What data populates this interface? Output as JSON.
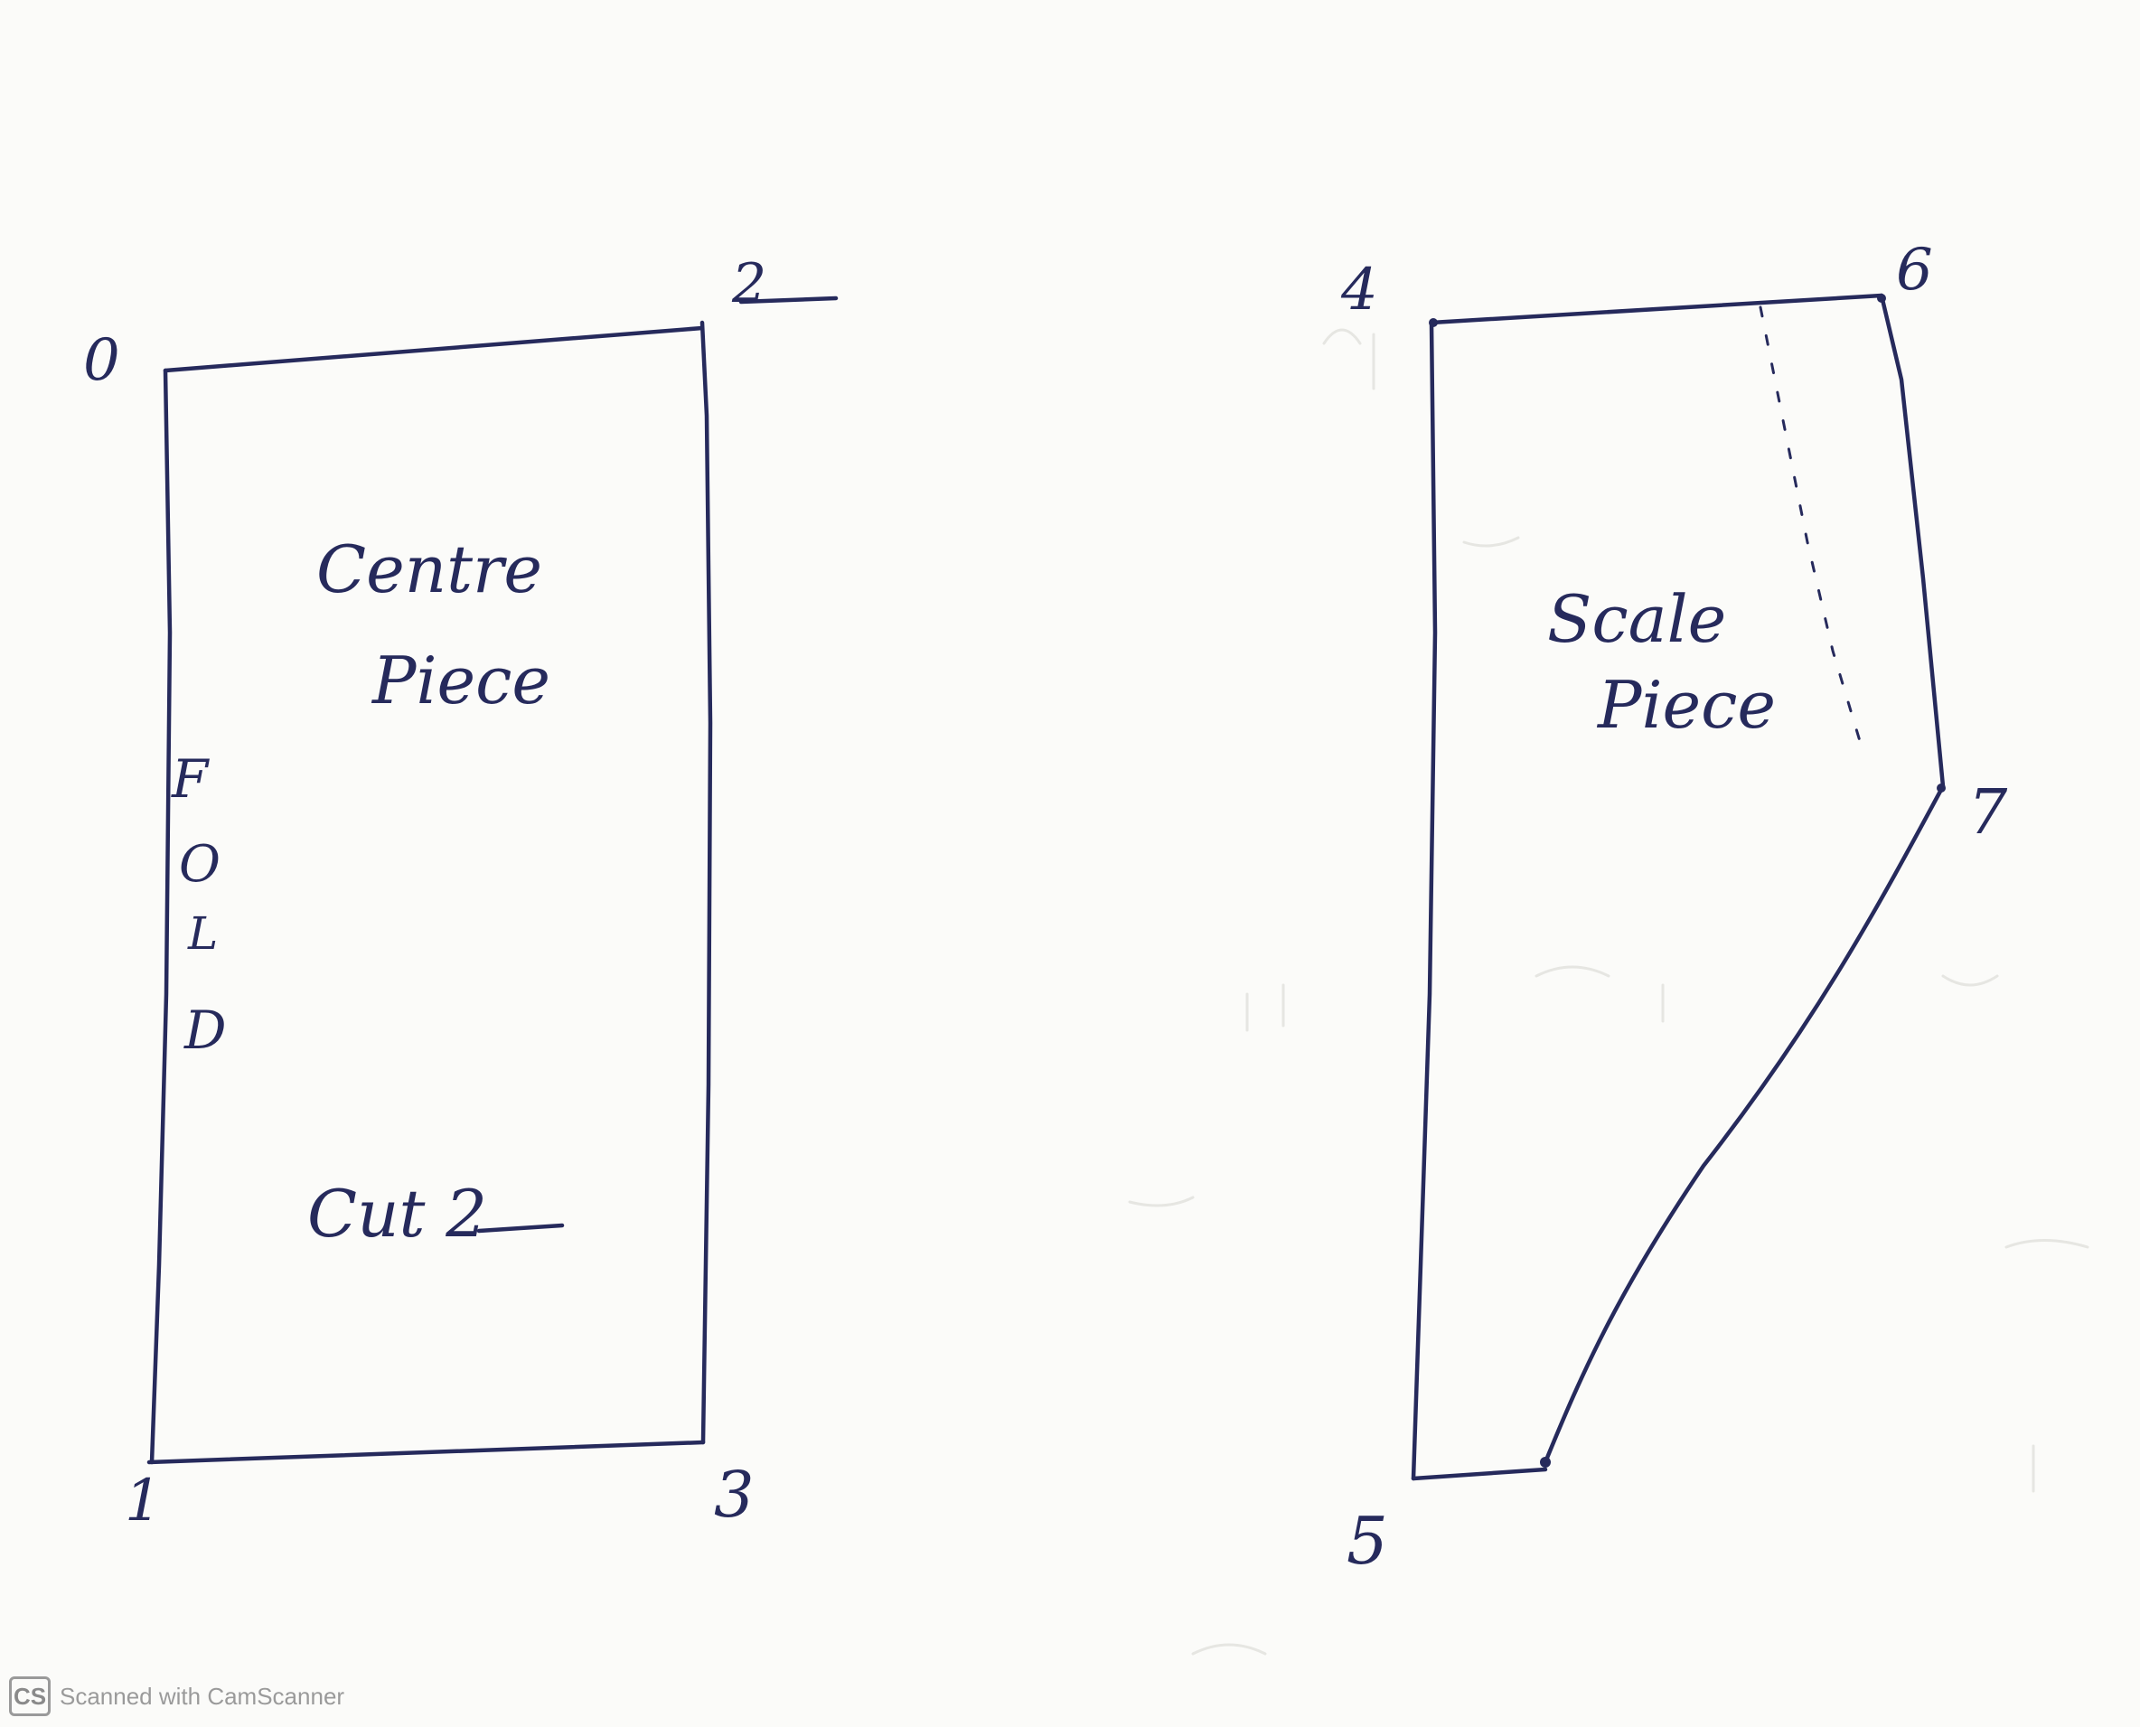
{
  "centre_piece": {
    "label_line1": "Centre",
    "label_line2": "Piece",
    "fold_letters": [
      "F",
      "O",
      "L",
      "D"
    ],
    "cut_note": "Cut 2",
    "points": [
      "0",
      "1",
      "2",
      "3"
    ]
  },
  "scale_piece": {
    "label_line1": "Scale",
    "label_line2": "Piece",
    "points": [
      "4",
      "5",
      "6",
      "7"
    ]
  },
  "watermark": {
    "logo": "CS",
    "text": "Scanned with CamScanner"
  }
}
